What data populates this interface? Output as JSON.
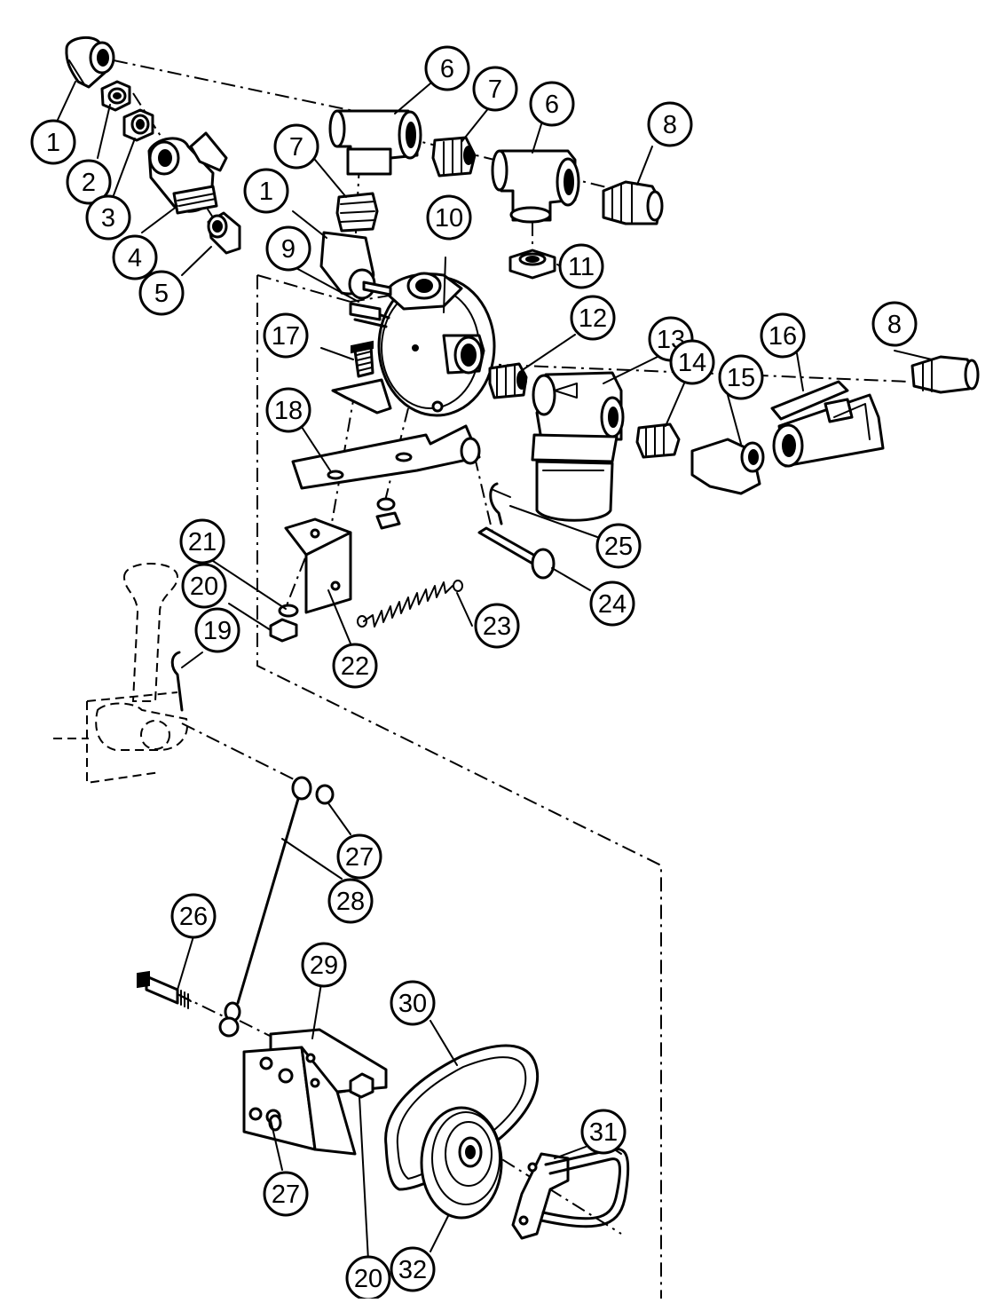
{
  "diagram": {
    "type": "exploded-parts-view",
    "callouts": [
      {
        "id": "c1a",
        "label": "1"
      },
      {
        "id": "c2",
        "label": "2"
      },
      {
        "id": "c3",
        "label": "3"
      },
      {
        "id": "c4",
        "label": "4"
      },
      {
        "id": "c5",
        "label": "5"
      },
      {
        "id": "c6a",
        "label": "6"
      },
      {
        "id": "c7a",
        "label": "7"
      },
      {
        "id": "c6b",
        "label": "6"
      },
      {
        "id": "c8a",
        "label": "8"
      },
      {
        "id": "c7b",
        "label": "7"
      },
      {
        "id": "c1b",
        "label": "1"
      },
      {
        "id": "c10",
        "label": "10"
      },
      {
        "id": "c11",
        "label": "11"
      },
      {
        "id": "c9",
        "label": "9"
      },
      {
        "id": "c17",
        "label": "17"
      },
      {
        "id": "c12",
        "label": "12"
      },
      {
        "id": "c13",
        "label": "13"
      },
      {
        "id": "c14",
        "label": "14"
      },
      {
        "id": "c15",
        "label": "15"
      },
      {
        "id": "c16",
        "label": "16"
      },
      {
        "id": "c8b",
        "label": "8"
      },
      {
        "id": "c18",
        "label": "18"
      },
      {
        "id": "c25",
        "label": "25"
      },
      {
        "id": "c24",
        "label": "24"
      },
      {
        "id": "c21",
        "label": "21"
      },
      {
        "id": "c20a",
        "label": "20"
      },
      {
        "id": "c19",
        "label": "19"
      },
      {
        "id": "c22",
        "label": "22"
      },
      {
        "id": "c23",
        "label": "23"
      },
      {
        "id": "c27a",
        "label": "27"
      },
      {
        "id": "c28",
        "label": "28"
      },
      {
        "id": "c26",
        "label": "26"
      },
      {
        "id": "c29",
        "label": "29"
      },
      {
        "id": "c30",
        "label": "30"
      },
      {
        "id": "c31",
        "label": "31"
      },
      {
        "id": "c27b",
        "label": "27"
      },
      {
        "id": "c20b",
        "label": "20"
      },
      {
        "id": "c32",
        "label": "32"
      }
    ]
  }
}
